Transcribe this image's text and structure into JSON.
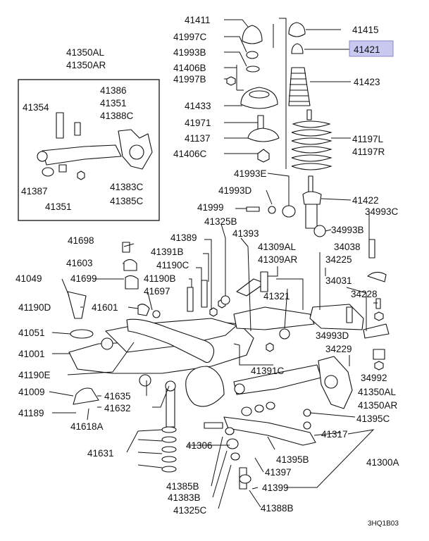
{
  "diagram": {
    "highlight_color": "#c8c8f0",
    "drawing_code": "3HQ1B03",
    "parts": [
      {
        "id": "p41411",
        "text": "41411"
      },
      {
        "id": "p41997c",
        "text": "41997C"
      },
      {
        "id": "p41993b",
        "text": "41993B"
      },
      {
        "id": "p41406b",
        "text": "41406B"
      },
      {
        "id": "p41997b",
        "text": "41997B"
      },
      {
        "id": "p41433",
        "text": "41433"
      },
      {
        "id": "p41971",
        "text": "41971"
      },
      {
        "id": "p41137",
        "text": "41137"
      },
      {
        "id": "p41406c",
        "text": "41406C"
      },
      {
        "id": "p41415",
        "text": "41415"
      },
      {
        "id": "p41421",
        "text": "41421",
        "highlighted": true
      },
      {
        "id": "p41423",
        "text": "41423"
      },
      {
        "id": "p41197l",
        "text": "41197L"
      },
      {
        "id": "p41197r",
        "text": "41197R"
      },
      {
        "id": "p41993e",
        "text": "41993E"
      },
      {
        "id": "p41993d",
        "text": "41993D"
      },
      {
        "id": "p41422",
        "text": "41422"
      },
      {
        "id": "p41999",
        "text": "41999"
      },
      {
        "id": "p34993c",
        "text": "34993C"
      },
      {
        "id": "p41325b_top",
        "text": "41325B"
      },
      {
        "id": "p34993b",
        "text": "34993B"
      },
      {
        "id": "p41350al_top",
        "text": "41350AL"
      },
      {
        "id": "p41350ar_top",
        "text": "41350AR"
      },
      {
        "id": "p41386",
        "text": "41386"
      },
      {
        "id": "p41354",
        "text": "41354"
      },
      {
        "id": "p41351_top",
        "text": "41351"
      },
      {
        "id": "p41388c",
        "text": "41388C"
      },
      {
        "id": "p41387",
        "text": "41387"
      },
      {
        "id": "p41383c",
        "text": "41383C"
      },
      {
        "id": "p41351_bot",
        "text": "41351"
      },
      {
        "id": "p41385c",
        "text": "41385C"
      },
      {
        "id": "p41393",
        "text": "41393"
      },
      {
        "id": "p41698",
        "text": "41698"
      },
      {
        "id": "p41389",
        "text": "41389"
      },
      {
        "id": "p41309al",
        "text": "41309AL"
      },
      {
        "id": "p41309ar",
        "text": "41309AR"
      },
      {
        "id": "p34038",
        "text": "34038"
      },
      {
        "id": "p41603",
        "text": "41603"
      },
      {
        "id": "p41391b",
        "text": "41391B"
      },
      {
        "id": "p34225",
        "text": "34225"
      },
      {
        "id": "p41190c",
        "text": "41190C"
      },
      {
        "id": "p41049",
        "text": "41049"
      },
      {
        "id": "p41699",
        "text": "41699"
      },
      {
        "id": "p41190b",
        "text": "41190B"
      },
      {
        "id": "p34031",
        "text": "34031"
      },
      {
        "id": "p41697",
        "text": "41697"
      },
      {
        "id": "p41321",
        "text": "41321"
      },
      {
        "id": "p34228",
        "text": "34228"
      },
      {
        "id": "p41190d",
        "text": "41190D"
      },
      {
        "id": "p41601",
        "text": "41601"
      },
      {
        "id": "p41051",
        "text": "41051"
      },
      {
        "id": "p34993d",
        "text": "34993D"
      },
      {
        "id": "p34229",
        "text": "34229"
      },
      {
        "id": "p41001",
        "text": "41001"
      },
      {
        "id": "p41391c",
        "text": "41391C"
      },
      {
        "id": "p41190e",
        "text": "41190E"
      },
      {
        "id": "p34992",
        "text": "34992"
      },
      {
        "id": "p41009",
        "text": "41009"
      },
      {
        "id": "p41635",
        "text": "41635"
      },
      {
        "id": "p41350al_bot",
        "text": "41350AL"
      },
      {
        "id": "p41350ar_bot",
        "text": "41350AR"
      },
      {
        "id": "p41189",
        "text": "41189"
      },
      {
        "id": "p41632",
        "text": "41632"
      },
      {
        "id": "p41395c",
        "text": "41395C"
      },
      {
        "id": "p41618a",
        "text": "41618A"
      },
      {
        "id": "p41317",
        "text": "41317"
      },
      {
        "id": "p41631",
        "text": "41631"
      },
      {
        "id": "p41306",
        "text": "41306"
      },
      {
        "id": "p41395b",
        "text": "41395B"
      },
      {
        "id": "p41300a",
        "text": "41300A"
      },
      {
        "id": "p41397",
        "text": "41397"
      },
      {
        "id": "p41385b",
        "text": "41385B"
      },
      {
        "id": "p41399",
        "text": "41399"
      },
      {
        "id": "p41383b",
        "text": "41383B"
      },
      {
        "id": "p41325c",
        "text": "41325C"
      },
      {
        "id": "p41388b",
        "text": "41388B"
      }
    ]
  }
}
